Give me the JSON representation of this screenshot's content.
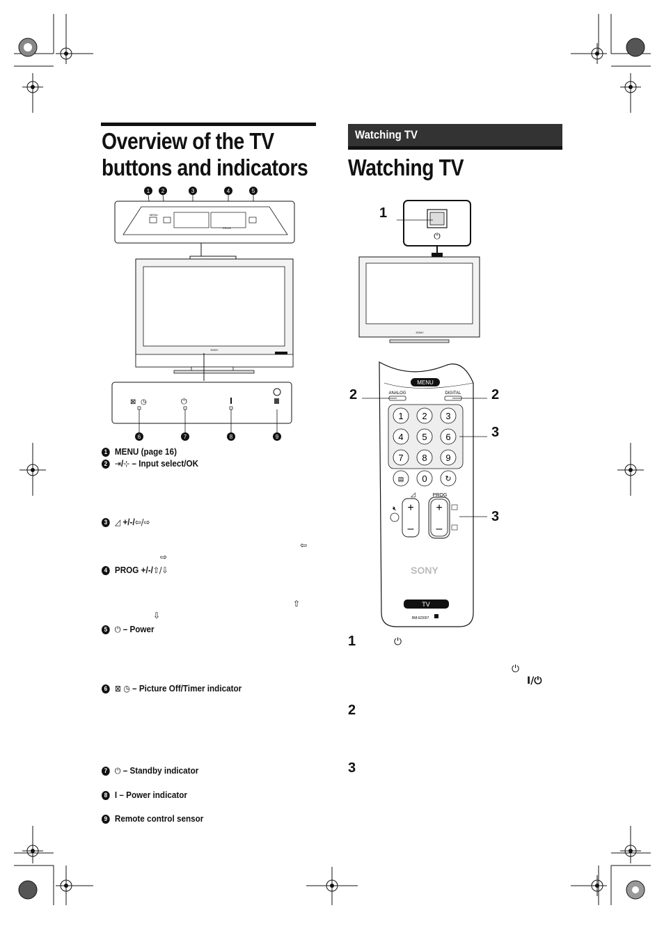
{
  "left": {
    "title_line1": "Overview of the TV",
    "title_line2": "buttons and indicators",
    "items": [
      {
        "n": "1",
        "text": "MENU (page 16)"
      },
      {
        "n": "2",
        "prefix": "/",
        "text": " – Input select/OK"
      },
      {
        "n": "3",
        "text": " +/-/"
      },
      {
        "n": "4",
        "text": "PROG +/-/"
      },
      {
        "n": "5",
        "text": " – Power"
      },
      {
        "n": "6",
        "text": " – Picture Off/Timer indicator"
      },
      {
        "n": "7",
        "text": " – Standby indicator"
      },
      {
        "n": "8",
        "text": "I – Power indicator"
      },
      {
        "n": "9",
        "text": "Remote control sensor"
      }
    ],
    "panel_labels": {
      "menu": "MENU",
      "prog": "PROG",
      "brand": "SONY"
    }
  },
  "right": {
    "section_tab": "Watching TV",
    "title": "Watching TV",
    "steps": [
      "1",
      "2",
      "3"
    ],
    "callouts": [
      "1",
      "2",
      "2",
      "3",
      "3"
    ],
    "remote": {
      "menu": "MENU",
      "analog": "ANALOG",
      "digital": "DIGITAL",
      "keys": [
        "1",
        "2",
        "3",
        "4",
        "5",
        "6",
        "7",
        "8",
        "9",
        "0"
      ],
      "prog": "PROG",
      "brand": "SONY",
      "tv": "TV",
      "model": "RM-ED007"
    },
    "power_glyph": "⏻",
    "power_pair": "I/⏻"
  },
  "colors": {
    "ink": "#111111",
    "tab": "#333333",
    "panel": "#f2f2f2"
  }
}
